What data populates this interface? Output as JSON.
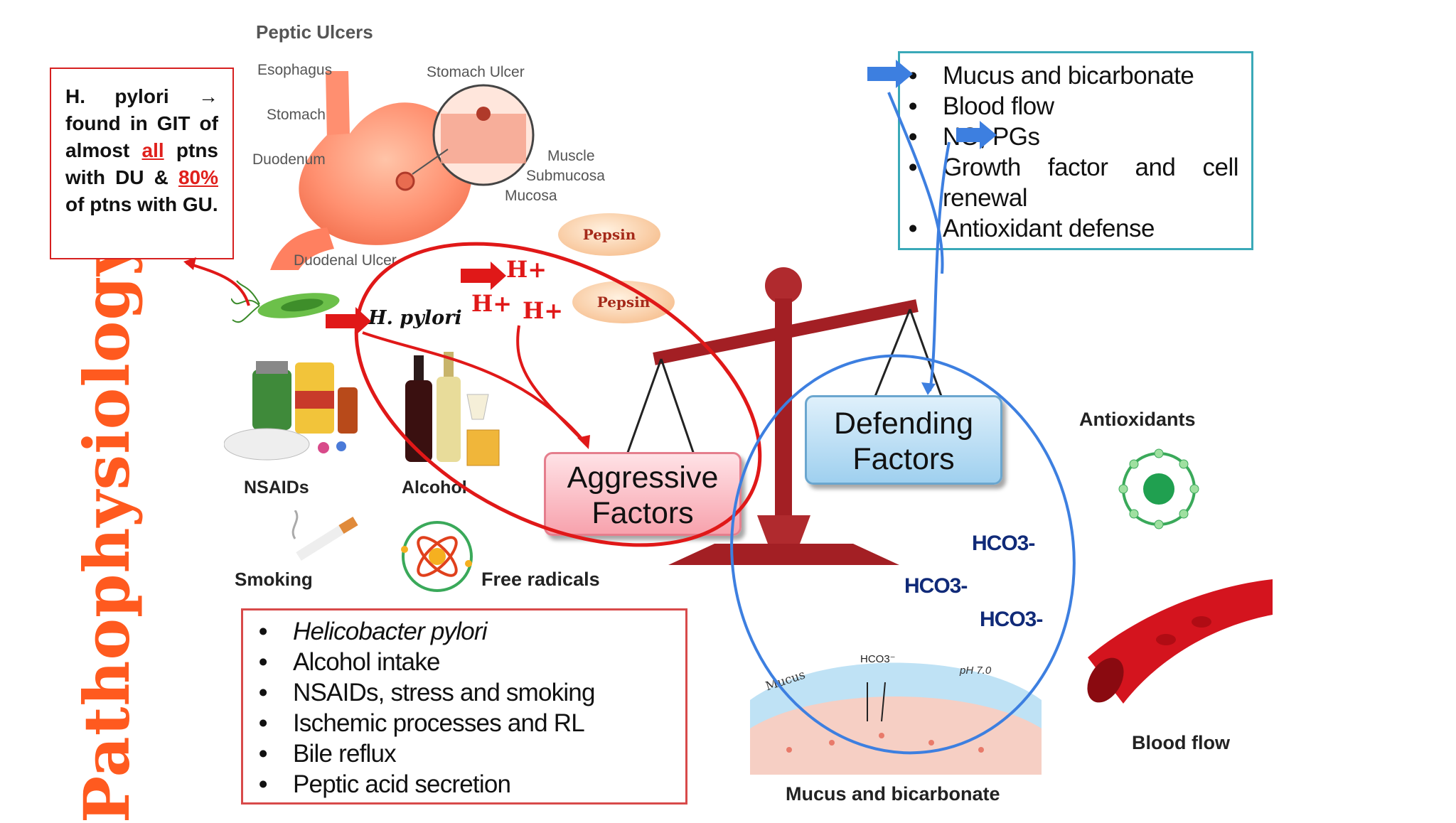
{
  "side_title": "Pathophysiology",
  "hpylori_note": {
    "line1": "H. pylori → found in GIT of almost ",
    "all": "all",
    "line2": " ptns with DU & ",
    "pct": "80%",
    "line3": " of ptns with GU."
  },
  "stomach_figure": {
    "title": "Peptic Ulcers",
    "labels": [
      "Esophagus",
      "Stomach",
      "Duodenum",
      "Stomach Ulcer",
      "Muscle",
      "Submucosa",
      "Mucosa",
      "Duodenal Ulcer"
    ]
  },
  "aggressive": {
    "h_pylori_label": "H. pylori",
    "nsaids_label": "NSAIDs",
    "alcohol_label": "Alcohol",
    "smoking_label": "Smoking",
    "free_radicals_label": "Free radicals",
    "pepsin_label": "Pepsin",
    "h_plus": "H+",
    "box_line1": "Aggressive",
    "box_line2": "Factors",
    "list": [
      "Helicobacter pylori",
      "Alcohol intake",
      "NSAIDs, stress and smoking",
      "Ischemic processes and RL",
      "Bile reflux",
      "Peptic acid secretion"
    ]
  },
  "defending": {
    "box_line1": "Defending",
    "box_line2": "Factors",
    "antioxidants_label": "Antioxidants",
    "blood_flow_label": "Blood flow",
    "mucus_bicarb_label": "Mucus and bicarbonate",
    "hco3": "HCO3-",
    "mucus_small": "Mucus",
    "hco3_small": "HCO3⁻",
    "ph_label": "pH 7.0",
    "list": [
      "Mucus and bicarbonate",
      "Blood flow",
      "NO, PGs",
      "Growth factor and cell renewal",
      "Antioxidant defense"
    ]
  },
  "colors": {
    "title_orange": "#ff5a1f",
    "red_accent": "#e0201c",
    "blue_accent": "#3d7fe0",
    "teal_border": "#3aa9b8",
    "scale_red": "#a31f24"
  }
}
